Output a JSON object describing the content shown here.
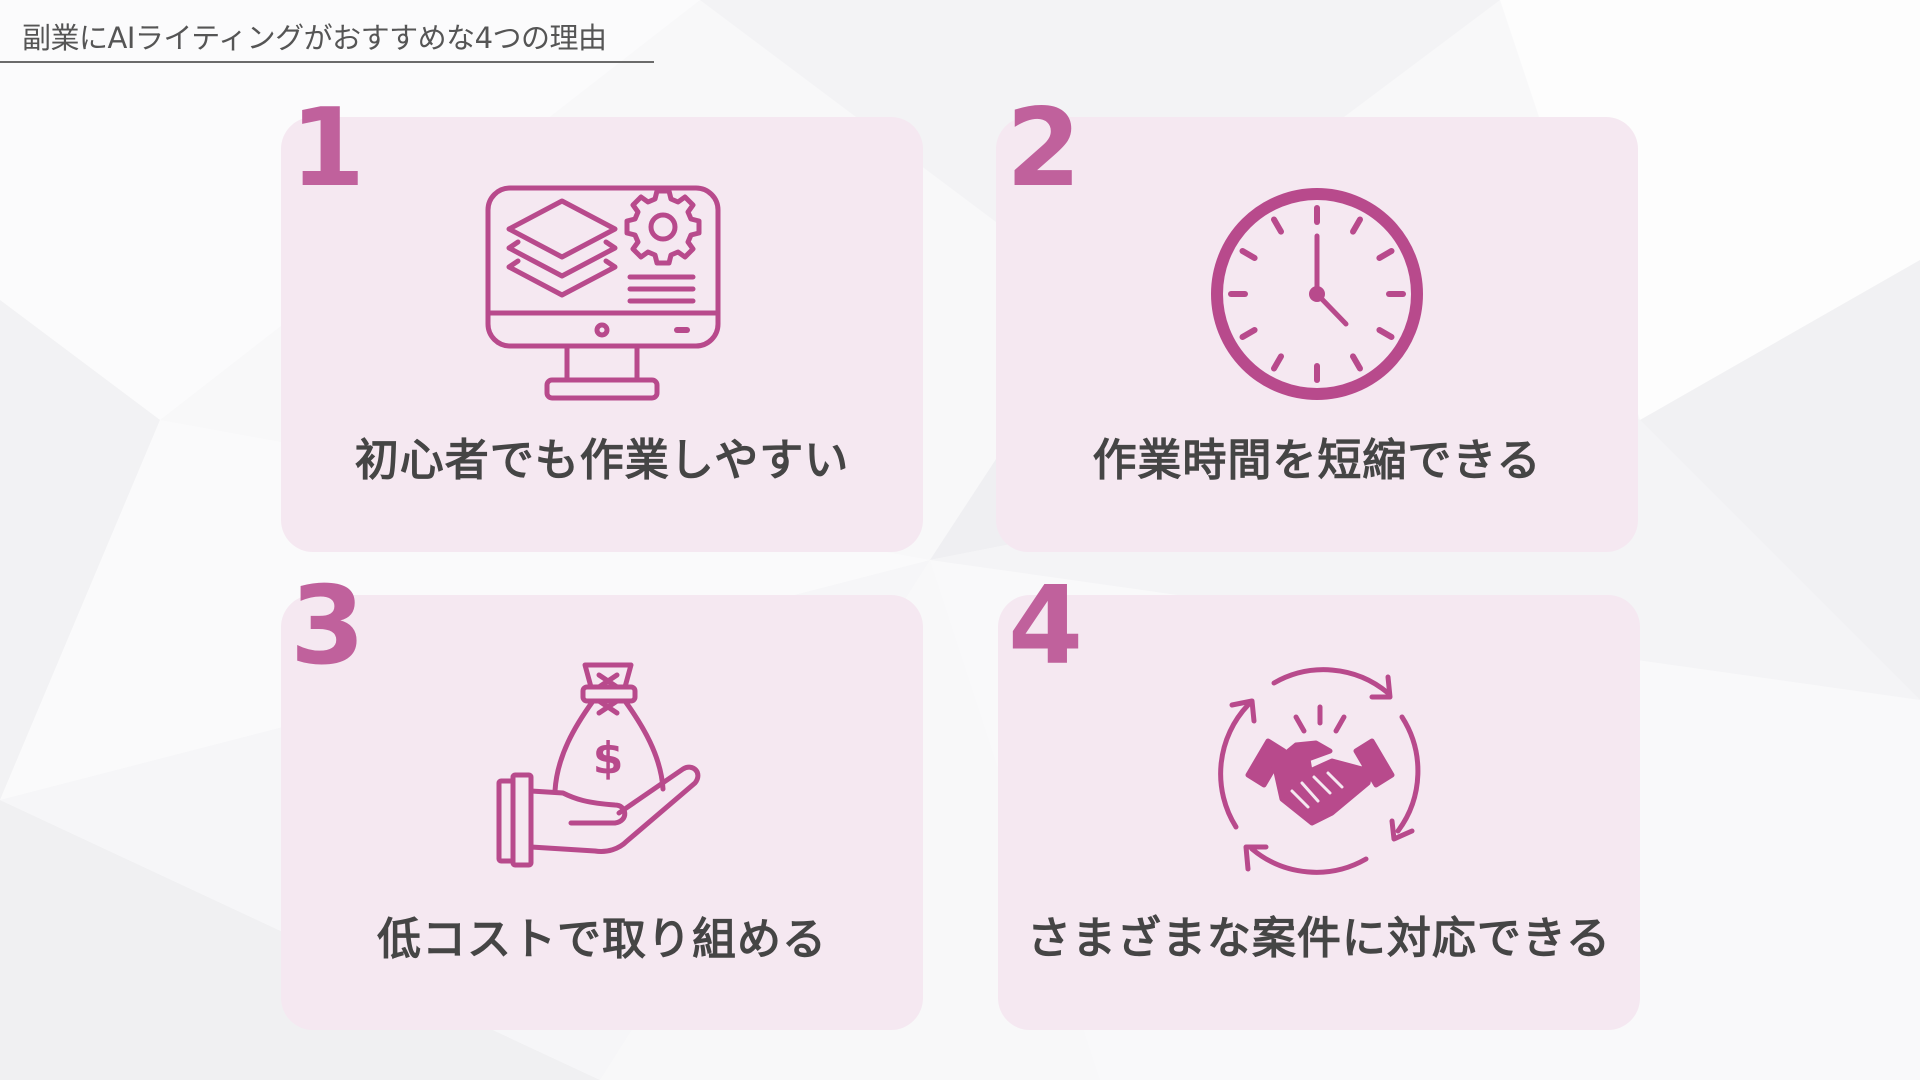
{
  "slide": {
    "title": "副業にAIライティングがおすすめな4つの理由"
  },
  "colors": {
    "accent": "#b84a8c",
    "number": "#c0619c",
    "card_background": "#f5e8f1",
    "label_text": "#454545",
    "title_text": "#555555"
  },
  "cards": [
    {
      "number": "1",
      "label": "初心者でも作業しやすい",
      "icon": "monitor-layers-gear-icon"
    },
    {
      "number": "2",
      "label": "作業時間を短縮できる",
      "icon": "clock-icon"
    },
    {
      "number": "3",
      "label": "低コストで取り組める",
      "icon": "hand-money-bag-icon"
    },
    {
      "number": "4",
      "label": "さまざまな案件に対応できる",
      "icon": "handshake-cycle-icon"
    }
  ]
}
